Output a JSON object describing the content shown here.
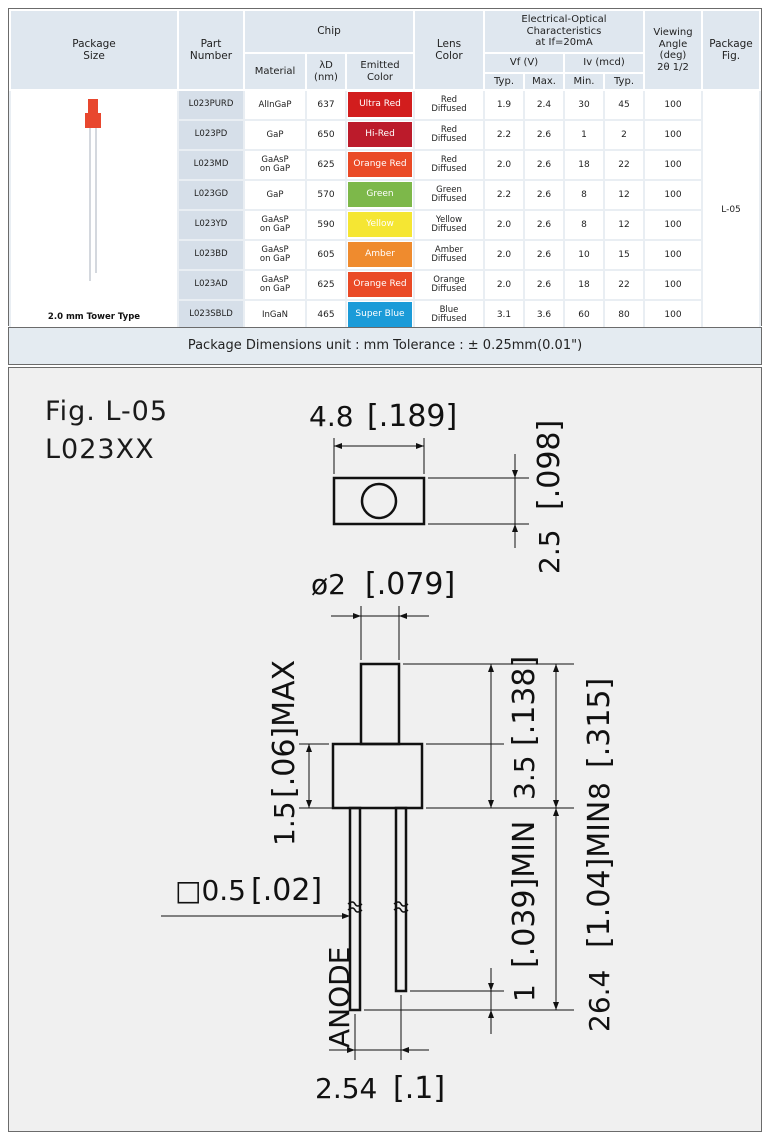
{
  "table": {
    "headers": {
      "package_size": "Package\nSize",
      "part_number": "Part\nNumber",
      "chip": "Chip",
      "material": "Material",
      "wavelength": "λD\n(nm)",
      "emitted_color": "Emitted\nColor",
      "lens_color": "Lens\nColor",
      "electrical_optical": "Electrical-Optical\nCharacteristics\nat If=20mA",
      "vf": "Vf (V)",
      "iv": "Iv (mcd)",
      "typ": "Typ.",
      "max": "Max.",
      "min": "Min.",
      "typ2": "Typ.",
      "viewing_angle": "Viewing\nAngle\n(deg)\n2θ 1/2",
      "package_fig": "Package\nFig."
    },
    "package_label": "2.0 mm Tower Type",
    "package_fig_value": "L-05",
    "rows": [
      {
        "part": "L023PURD",
        "material": "AlInGaP",
        "wavelength": "637",
        "color_name": "Ultra Red",
        "color_hex": "#d21d1d",
        "lens": "Red\nDiffused",
        "vf_typ": "1.9",
        "vf_max": "2.4",
        "iv_min": "30",
        "iv_typ": "45",
        "angle": "100"
      },
      {
        "part": "L023PD",
        "material": "GaP",
        "wavelength": "650",
        "color_name": "Hi-Red",
        "color_hex": "#bc1b2b",
        "lens": "Red\nDiffused",
        "vf_typ": "2.2",
        "vf_max": "2.6",
        "iv_min": "1",
        "iv_typ": "2",
        "angle": "100"
      },
      {
        "part": "L023MD",
        "material": "GaAsP\non GaP",
        "wavelength": "625",
        "color_name": "Orange Red",
        "color_hex": "#ea4a26",
        "lens": "Red\nDiffused",
        "vf_typ": "2.0",
        "vf_max": "2.6",
        "iv_min": "18",
        "iv_typ": "22",
        "angle": "100"
      },
      {
        "part": "L023GD",
        "material": "GaP",
        "wavelength": "570",
        "color_name": "Green",
        "color_hex": "#7db84a",
        "lens": "Green\nDiffused",
        "vf_typ": "2.2",
        "vf_max": "2.6",
        "iv_min": "8",
        "iv_typ": "12",
        "angle": "100"
      },
      {
        "part": "L023YD",
        "material": "GaAsP\non GaP",
        "wavelength": "590",
        "color_name": "Yellow",
        "color_hex": "#f5e633",
        "lens": "Yellow\nDiffused",
        "vf_typ": "2.0",
        "vf_max": "2.6",
        "iv_min": "8",
        "iv_typ": "12",
        "angle": "100"
      },
      {
        "part": "L023BD",
        "material": "GaAsP\non GaP",
        "wavelength": "605",
        "color_name": "Amber",
        "color_hex": "#ef8b2e",
        "lens": "Amber\nDiffused",
        "vf_typ": "2.0",
        "vf_max": "2.6",
        "iv_min": "10",
        "iv_typ": "15",
        "angle": "100"
      },
      {
        "part": "L023AD",
        "material": "GaAsP\non GaP",
        "wavelength": "625",
        "color_name": "Orange Red",
        "color_hex": "#ea4a26",
        "lens": "Orange\nDiffused",
        "vf_typ": "2.0",
        "vf_max": "2.6",
        "iv_min": "18",
        "iv_typ": "22",
        "angle": "100"
      },
      {
        "part": "L023SBLD",
        "material": "InGaN",
        "wavelength": "465",
        "color_name": "Super Blue",
        "color_hex": "#1b9bd8",
        "lens": "Blue\nDiffused",
        "vf_typ": "3.1",
        "vf_max": "3.6",
        "iv_min": "60",
        "iv_typ": "80",
        "angle": "100"
      }
    ]
  },
  "package_dimensions": "Package Dimensions   unit : mm  Tolerance : ± 0.25mm(0.01\")",
  "figure": {
    "title": "Fig. L-05",
    "part": "L023XX",
    "dims": {
      "width_top": "4.8",
      "width_top_in": "[.189]",
      "depth": "2.5",
      "depth_in": "[.098]",
      "dome_dia": "ø2",
      "dome_dia_in": "[.079]",
      "dome_height": "3.5",
      "dome_height_in": "[.138]",
      "total_height": "8",
      "total_height_in": "[.315]",
      "flange": "1.5",
      "flange_in": "[.06]MAX",
      "lead_sq": "□0.5",
      "lead_sq_in": "[.02]",
      "lead_short": "1",
      "lead_short_in": "[.039]MIN",
      "lead_len": "26.4",
      "lead_len_in": "[1.04]MIN",
      "pitch": "2.54",
      "pitch_in": "[.1]",
      "anode": "ANODE"
    }
  },
  "colors": {
    "header_bg": "#dfe7ef",
    "partnum_bg": "#d6dfe9",
    "led_body": "#e8472e",
    "drawing_bg": "#f0f0f0"
  }
}
